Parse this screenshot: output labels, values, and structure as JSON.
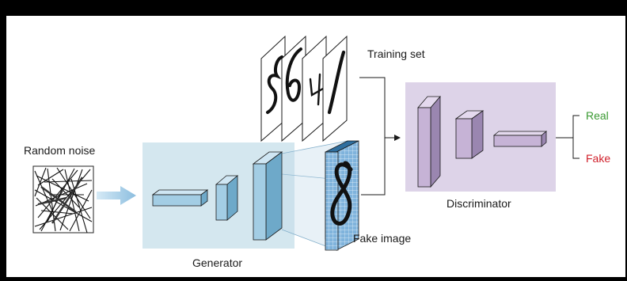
{
  "labels": {
    "training_set": "Training set",
    "random_noise": "Random noise",
    "generator": "Generator",
    "fake_image": "Fake image",
    "discriminator": "Discriminator",
    "real": "Real",
    "fake": "Fake"
  },
  "colors": {
    "background": "#000000",
    "panel": "#ffffff",
    "generator_region": "#d4e7ef",
    "discriminator_region": "#ddd3e8",
    "generator_block_face": "#a3cde4",
    "generator_block_side": "#6ea9c9",
    "discriminator_block_face": "#c6b3d6",
    "discriminator_block_side": "#9a86b0",
    "real_label": "#3a9a32",
    "fake_label": "#d01f2a",
    "arrow_fill": "#9bc6e0",
    "line": "#1a1a1a"
  },
  "icons": {
    "noise": "random-noise-image",
    "fake_digit": "handwritten-digit-8",
    "training_digits": [
      "digit-5",
      "digit-6",
      "digit-4",
      "digit-1"
    ]
  }
}
